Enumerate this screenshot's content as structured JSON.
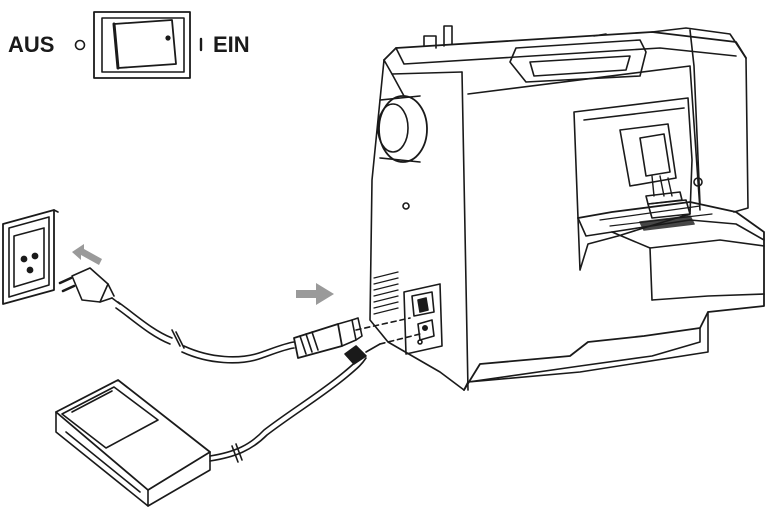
{
  "switch": {
    "off_label": "AUS",
    "on_label": "EIN",
    "off_symbol": "○",
    "on_symbol": "I"
  },
  "colors": {
    "line": "#1a1a1a",
    "arrow": "#9a9a9a",
    "background": "#ffffff"
  },
  "icons": [
    "power-switch-icon",
    "wall-socket-icon",
    "power-plug-icon",
    "foot-pedal-icon",
    "sewing-machine-icon",
    "insertion-arrow-icon"
  ]
}
